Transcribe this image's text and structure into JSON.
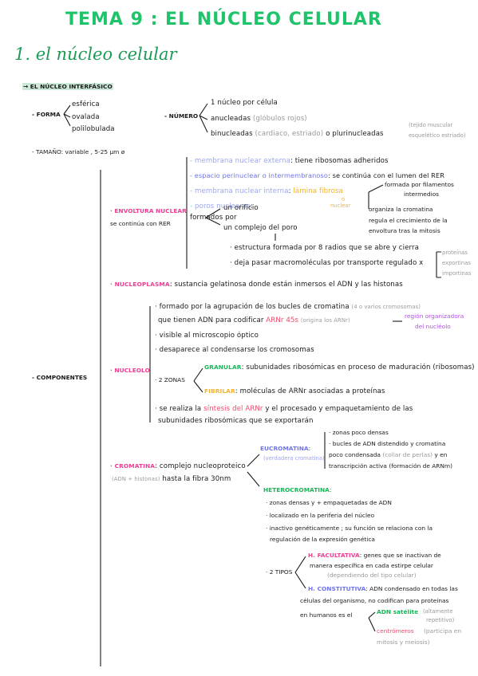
{
  "title": "TEMA 9 : EL NÚCLEO CELULAR",
  "section": "1. el núcleo celular",
  "interfasico": "→ EL NÚCLEO INTERFÁSICO",
  "forma": {
    "label": "- FORMA",
    "items": [
      "esférica",
      "ovalada",
      "polilobulada"
    ]
  },
  "numero": {
    "label": "- NÚMERO",
    "uno": "1 núcleo por célula",
    "anucleadas": "anucleadas",
    "anucleadas_note": "(glóbulos rojos)",
    "binucleadas": "binucleadas",
    "binucleadas_note": "(cardiaco, estriado)",
    "o": "o",
    "plurinucleadas": "plurinucleadas",
    "pluri_note1": "(tejido muscular",
    "pluri_note2": "esquelético estriado)"
  },
  "tamano": "- TAMAÑO: variable , 5-25 µm ø",
  "componentes": "- COMPONENTES",
  "envoltura": {
    "label": "· ENVOLTURA NUCLEAR",
    "label2": "se continúa con RER",
    "ext_label": "- membrana nuclear externa",
    "ext_text": ": tiene ribosomas adheridos",
    "esp_label": "- espacio perinuclear o intermembranoso",
    "esp_text": ": se continúa con el lumen del RER",
    "int_label": "- membrana nuclear interna",
    "int_colon": ":",
    "lamina": "lámina fibrosa",
    "lamina_o": "o",
    "lamina_nuclear": "nuclear",
    "lam_a1": "formada por filamentos",
    "lam_a2": "intermedios",
    "lam_b": "organiza la cromatina",
    "lam_c1": "regula el crecimiento de la",
    "lam_c2": "envoltura tras la mitosis",
    "poros_label": "- poros nucleares",
    "poros_colon": ":",
    "formados": "formados por",
    "orificio": "un orificio",
    "complejo": "un complejo del poro",
    "estructura": "· estructura formada por 8 radios que se abre y cierra",
    "deja": "· deja pasar macromoléculas por transporte regulado x",
    "x_items": [
      "proteínas",
      "exportinas",
      "importinas"
    ]
  },
  "nucleoplasma": {
    "label": "· NUCLEOPLASMA",
    "text": ": sustancia gelatinosa donde están inmersos el ADN y las histonas"
  },
  "nucleolo": {
    "label": "· NUCLEOLO",
    "l1a": "· formado por la agrupación de los bucles de cromatina",
    "l1b": "(4 o varios cromosomas)",
    "l2a": "que tienen ADN para codificar",
    "arnr": "ARNr 45s",
    "l2b": "(origina los ARNr)",
    "region1": "región organizadora",
    "region2": "del nucléolo",
    "l3": "· visible al microscopio óptico",
    "l4": "· desaparece al condensarse los cromosomas",
    "zonas": "· 2 ZONAS",
    "granular_l": "GRANULAR",
    "granular_t": ": subunidades ribosómicas en proceso de maduración (ribosomas)",
    "fibrilar_l": "FIBRILAR",
    "fibrilar_t": ": moléculas de ARNr asociadas a proteínas",
    "l5a": "· se realiza la",
    "sintesis": "síntesis del ARNr",
    "l5b": "y el procesado y empaquetamiento de las",
    "l6": "subunidades ribosómicas que se exportarán"
  },
  "cromatina": {
    "label": "· CROMATINA",
    "text": ": complejo nucleoproteico",
    "note": "(ADN + histonas)",
    "hasta": "hasta la fibra 30nm",
    "euc_label": "EUCROMATINA",
    "euc_colon": ":",
    "euc_note": "(verdadera cromatina)",
    "euc1": "· zonas poco densas",
    "euc2": "· bucles de ADN distendido y cromatina",
    "euc3a": "poco condensada",
    "euc3b": "(collar de perlas)",
    "euc3c": "y en",
    "euc4": "transcripción activa (formación de ARNm)",
    "het_label": "HETEROCROMATINA",
    "het_colon": ":",
    "het1": "· zonas densas y + empaquetadas de ADN",
    "het2": "· localizado en la periferia del núcleo",
    "het3": "· inactivo genéticamente ; su función se relaciona con la",
    "het4": "regulación de la expresión genética",
    "tipos": "· 2 TIPOS",
    "fac_label": "H. FACULTATIVA",
    "fac1": ": genes que se inactivan de",
    "fac2": "manera específica en cada estirpe celular",
    "fac3": "(dependiendo del tipo celular)",
    "con_label": "H. CONSTITUTIVA",
    "con1": ": ADN condensado en todas las",
    "con2": "células del organismo, no codifican para proteínas",
    "con3": "en humanos es el",
    "satelite": "ADN satélite",
    "sat_note1": "(altamente",
    "sat_note2": "repetitivo)",
    "centro": "centrómeros",
    "centro_note1": "(participa en",
    "centro_note2": "mitosis y meiosis)"
  }
}
